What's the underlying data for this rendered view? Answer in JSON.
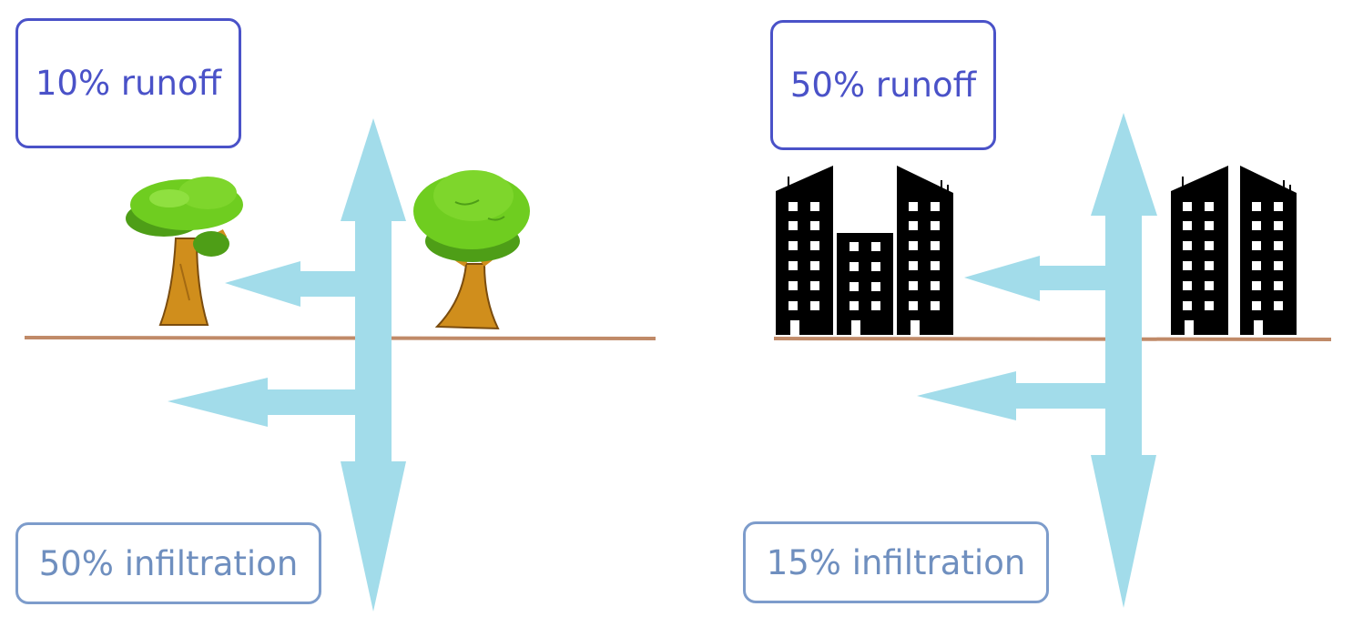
{
  "colors": {
    "runoff_text": "#4a52c8",
    "infiltration_text": "#6f8fbf",
    "arrow": "#a2dcea",
    "ground": "#c08a68",
    "building": "#000000",
    "tree_foliage": "#6fcd20",
    "tree_trunk": "#d08e1c"
  },
  "left_panel": {
    "land_cover": "natural",
    "runoff_label": "10% runoff",
    "infiltration_label": "50% infiltration",
    "icons": [
      "tree-icon",
      "tree-icon"
    ]
  },
  "right_panel": {
    "land_cover": "urban",
    "runoff_label": "50% runoff",
    "infiltration_label": "15% infiltration",
    "icons": [
      "building-icon",
      "building-icon"
    ]
  }
}
